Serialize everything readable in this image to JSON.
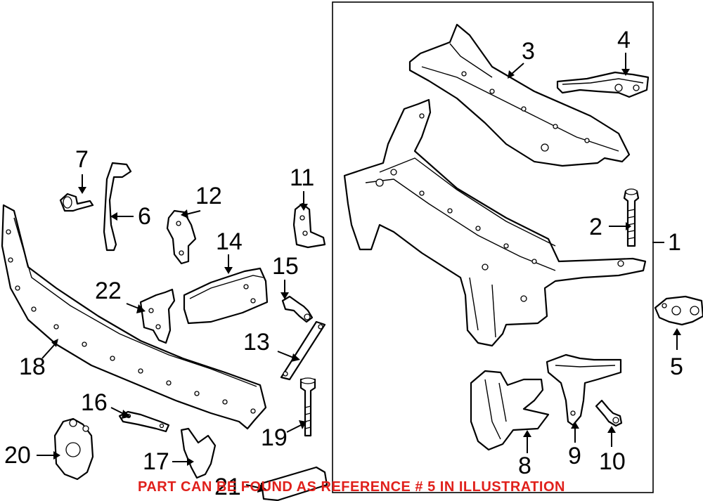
{
  "callouts": {
    "c1": "1",
    "c2": "2",
    "c3": "3",
    "c4": "4",
    "c5": "5",
    "c6": "6",
    "c7": "7",
    "c8": "8",
    "c9": "9",
    "c10": "10",
    "c11": "11",
    "c12": "12",
    "c13": "13",
    "c14": "14",
    "c15": "15",
    "c16": "16",
    "c17": "17",
    "c18": "18",
    "c19": "19",
    "c20": "20",
    "c21": "21",
    "c22": "22"
  },
  "banner": {
    "text": "PART CAN BE FOUND AS REFERENCE # 5 IN ILLUSTRATION",
    "color": "#e0201b"
  }
}
